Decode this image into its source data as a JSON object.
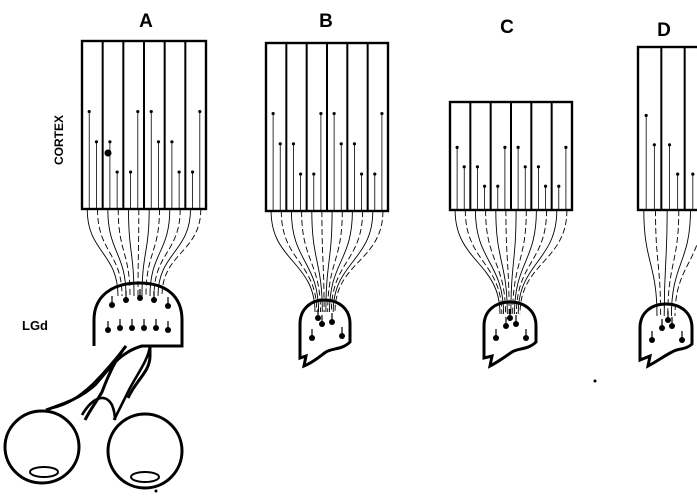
{
  "figure": {
    "panels": [
      {
        "id": "A",
        "label": "A"
      },
      {
        "id": "B",
        "label": "B"
      },
      {
        "id": "C",
        "label": "C"
      },
      {
        "id": "D",
        "label": "D"
      }
    ],
    "side_labels": {
      "cortex": "CORTEX",
      "lgn": "LGd"
    }
  }
}
